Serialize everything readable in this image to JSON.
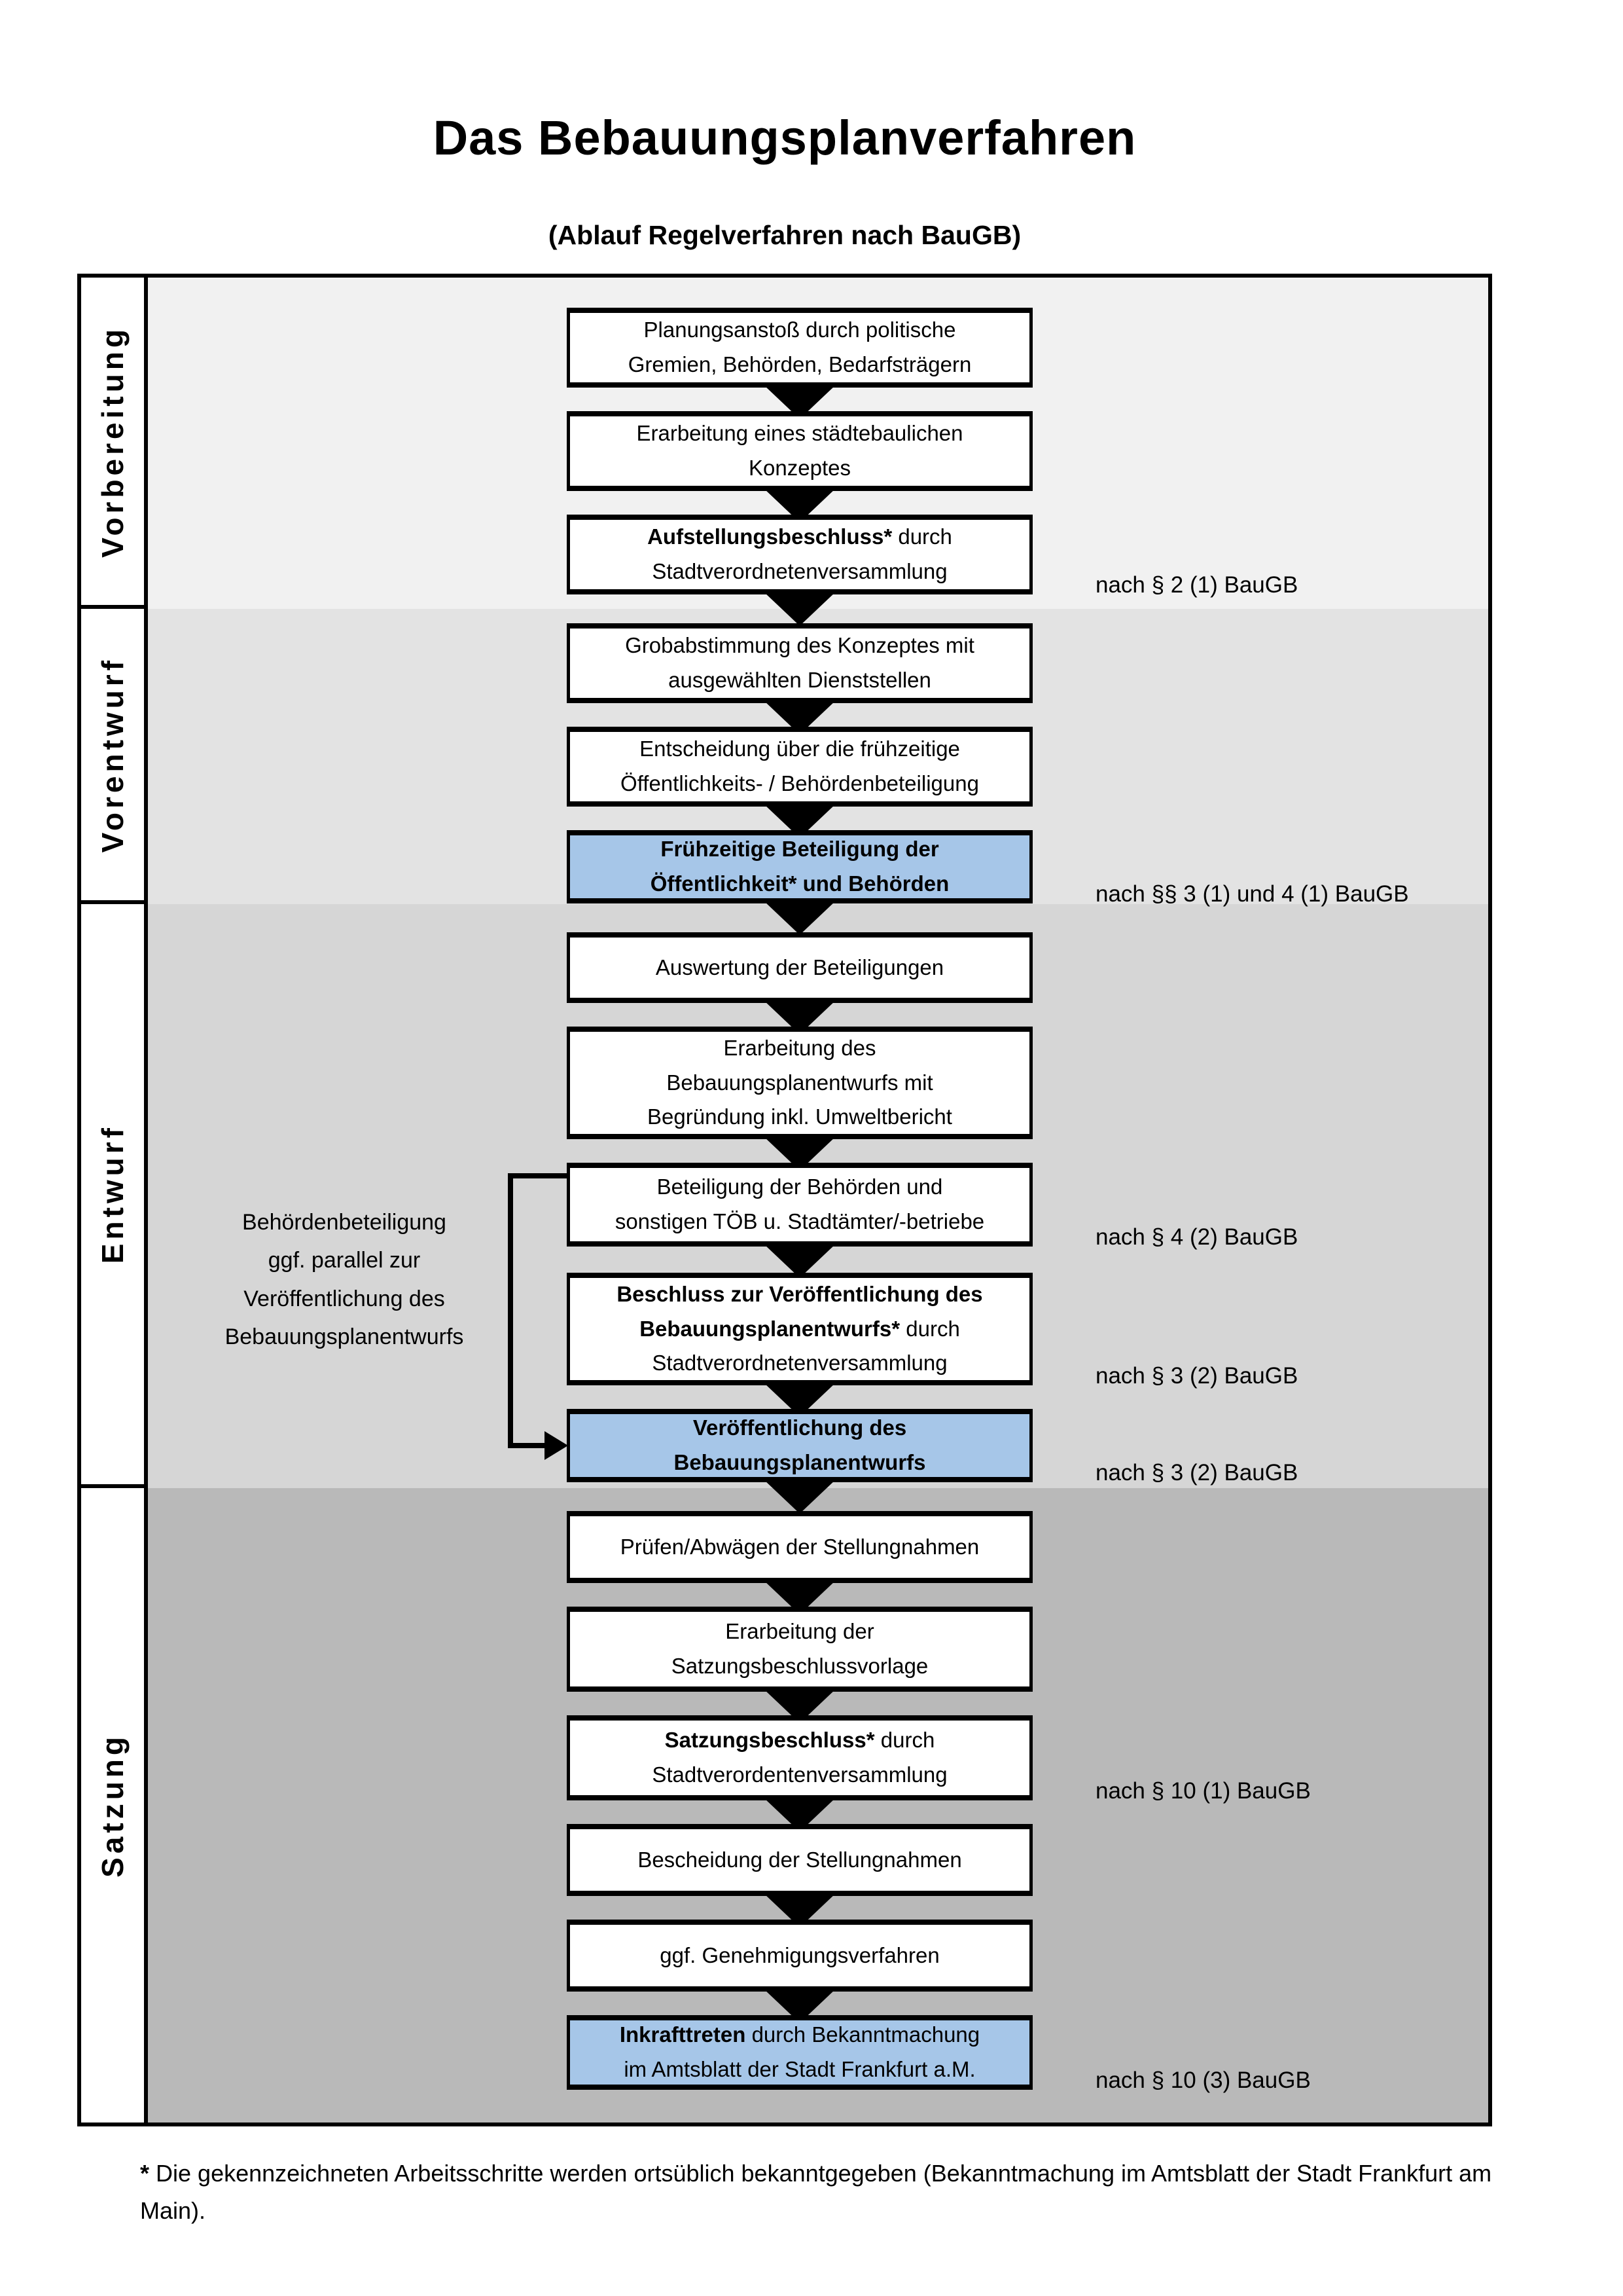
{
  "title": "Das Bebauungsplanverfahren",
  "subtitle": "(Ablauf Regelverfahren nach BauGB)",
  "colors": {
    "phase1_bg": "#f1f1f1",
    "phase2_bg": "#e3e3e3",
    "phase3_bg": "#d6d6d6",
    "phase4_bg": "#b9b9b9",
    "highlight_blue": "#a6c6e8",
    "box_border": "#000000"
  },
  "phases": [
    {
      "label": "Vorbereitung"
    },
    {
      "label": "Vorentwurf"
    },
    {
      "label": "Entwurf"
    },
    {
      "label": "Satzung"
    }
  ],
  "boxes": {
    "planungsanstoss": {
      "lines": [
        [
          "Planungsanstoß durch politische"
        ],
        [
          "Gremien, Behörden, Bedarfsträgern"
        ]
      ]
    },
    "konzept": {
      "lines": [
        [
          "Erarbeitung eines städtebaulichen"
        ],
        [
          "Konzeptes"
        ]
      ]
    },
    "aufstellungsbeschluss": {
      "lines": [
        [
          {
            "t": "Aufstellungsbeschluss*",
            "b": true
          },
          {
            "t": " durch"
          }
        ],
        [
          "Stadtverordnetenversammlung"
        ]
      ]
    },
    "grobabstimmung": {
      "lines": [
        [
          "Grobabstimmung des Konzeptes mit"
        ],
        [
          "ausgewählten Dienststellen"
        ]
      ]
    },
    "entscheidung": {
      "lines": [
        [
          "Entscheidung über die frühzeitige"
        ],
        [
          "Öffentlichkeits- / Behördenbeteiligung"
        ]
      ]
    },
    "fruehzeitige_beteiligung": {
      "lines": [
        [
          {
            "t": "Frühzeitige Beteiligung der",
            "b": true
          }
        ],
        [
          {
            "t": "Öffentlichkeit* und Behörden",
            "b": true
          }
        ]
      ]
    },
    "auswertung": {
      "lines": [
        [
          "Auswertung der Beteiligungen"
        ]
      ]
    },
    "erarbeitung_entwurf": {
      "lines": [
        [
          "Erarbeitung des"
        ],
        [
          "Bebauungsplanentwurfs mit"
        ],
        [
          "Begründung inkl. Umweltbericht"
        ]
      ]
    },
    "beteiligung_behoerden": {
      "lines": [
        [
          "Beteiligung der Behörden und"
        ],
        [
          "sonstigen TÖB u. Stadtämter/-betriebe"
        ]
      ]
    },
    "beschluss_veroeffentlichung": {
      "lines": [
        [
          {
            "t": "Beschluss zur Veröffentlichung des",
            "b": true
          }
        ],
        [
          {
            "t": "Bebauungsplanentwurfs*",
            "b": true
          },
          {
            "t": " durch"
          }
        ],
        [
          "Stadtverordnetenversammlung"
        ]
      ]
    },
    "veroeffentlichung": {
      "lines": [
        [
          {
            "t": "Veröffentlichung des",
            "b": true
          }
        ],
        [
          {
            "t": "Bebauungsplanentwurfs",
            "b": true
          }
        ]
      ]
    },
    "pruefen_abwaegen": {
      "lines": [
        [
          "Prüfen/Abwägen der Stellungnahmen"
        ]
      ]
    },
    "satzungsbeschlussvorlage": {
      "lines": [
        [
          "Erarbeitung der"
        ],
        [
          "Satzungsbeschlussvorlage"
        ]
      ]
    },
    "satzungsbeschluss": {
      "lines": [
        [
          {
            "t": "Satzungsbeschluss*",
            "b": true
          },
          {
            "t": " durch"
          }
        ],
        [
          "Stadtverordentenversammlung"
        ]
      ]
    },
    "bescheidung": {
      "lines": [
        [
          "Bescheidung der Stellungnahmen"
        ]
      ]
    },
    "genehmigungsverfahren": {
      "lines": [
        [
          "ggf. Genehmigungsverfahren"
        ]
      ]
    },
    "inkrafttreten": {
      "lines": [
        [
          {
            "t": "Inkrafttreten",
            "b": true
          },
          {
            "t": " durch Bekanntmachung"
          }
        ],
        [
          "im Amtsblatt der Stadt Frankfurt a.M."
        ]
      ]
    }
  },
  "references": [
    {
      "text": "nach § 2 (1) BauGB"
    },
    {
      "text": "nach §§ 3 (1) und 4 (1) BauGB"
    },
    {
      "text": "nach § 4 (2) BauGB"
    },
    {
      "text": "nach § 3 (2) BauGB"
    },
    {
      "text": "nach § 3 (2) BauGB"
    },
    {
      "text": "nach § 10 (1) BauGB"
    },
    {
      "text": "nach § 10 (3) BauGB"
    }
  ],
  "annotation": {
    "lines": [
      [
        "Behördenbeteiligung"
      ],
      [
        "ggf. parallel zur"
      ],
      [
        "Veröffentlichung des"
      ],
      [
        "Bebauungsplanentwurfs"
      ]
    ]
  },
  "footnote": {
    "marker": "*",
    "text": "Die gekennzeichneten Arbeitsschritte werden ortsüblich bekanntgegeben (Bekanntmachung im Amtsblatt  der Stadt Frankfurt am Main)."
  }
}
